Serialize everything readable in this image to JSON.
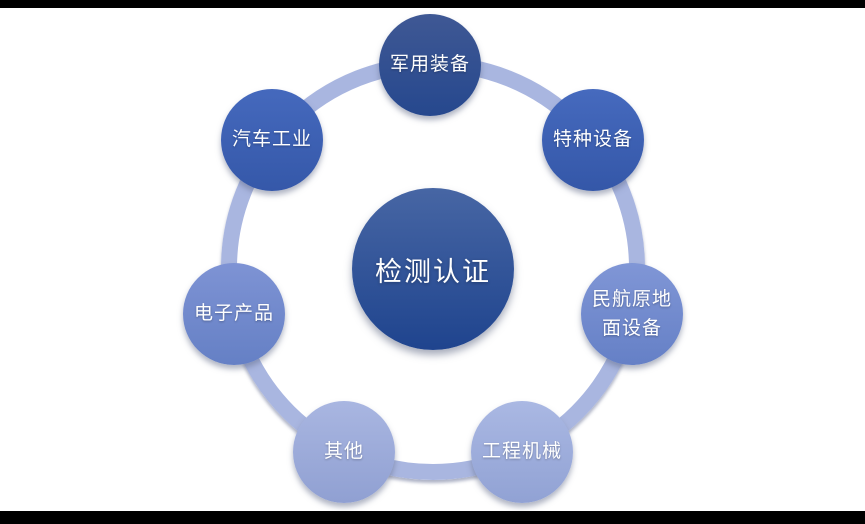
{
  "diagram": {
    "type": "radial-cycle",
    "center": {
      "label": "检测认证",
      "color_top": "#4766a4",
      "color_bottom": "#1f448e"
    },
    "nodes": [
      {
        "label": "军用装备",
        "position": "top",
        "color_top": "#3f5894",
        "color_bottom": "#26488e"
      },
      {
        "label": "特种设备",
        "position": "upper-right",
        "color_top": "#466abe",
        "color_bottom": "#3457a8"
      },
      {
        "label": "民航原地面设备",
        "position": "right",
        "color_top": "#8096d6",
        "color_bottom": "#6580c6"
      },
      {
        "label": "工程机械",
        "position": "lower-right",
        "color_top": "#aab8e3",
        "color_bottom": "#91a2d4"
      },
      {
        "label": "其他",
        "position": "lower-left",
        "color_top": "#a9b6e1",
        "color_bottom": "#90a0d2"
      },
      {
        "label": "电子产品",
        "position": "left",
        "color_top": "#7e93d4",
        "color_bottom": "#6580c5"
      },
      {
        "label": "汽车工业",
        "position": "upper-left",
        "color_top": "#4569bd",
        "color_bottom": "#3558a9"
      }
    ],
    "ring_color": "#a9b6e0",
    "background_color": "#ffffff",
    "letterbox_color": "#000000"
  }
}
